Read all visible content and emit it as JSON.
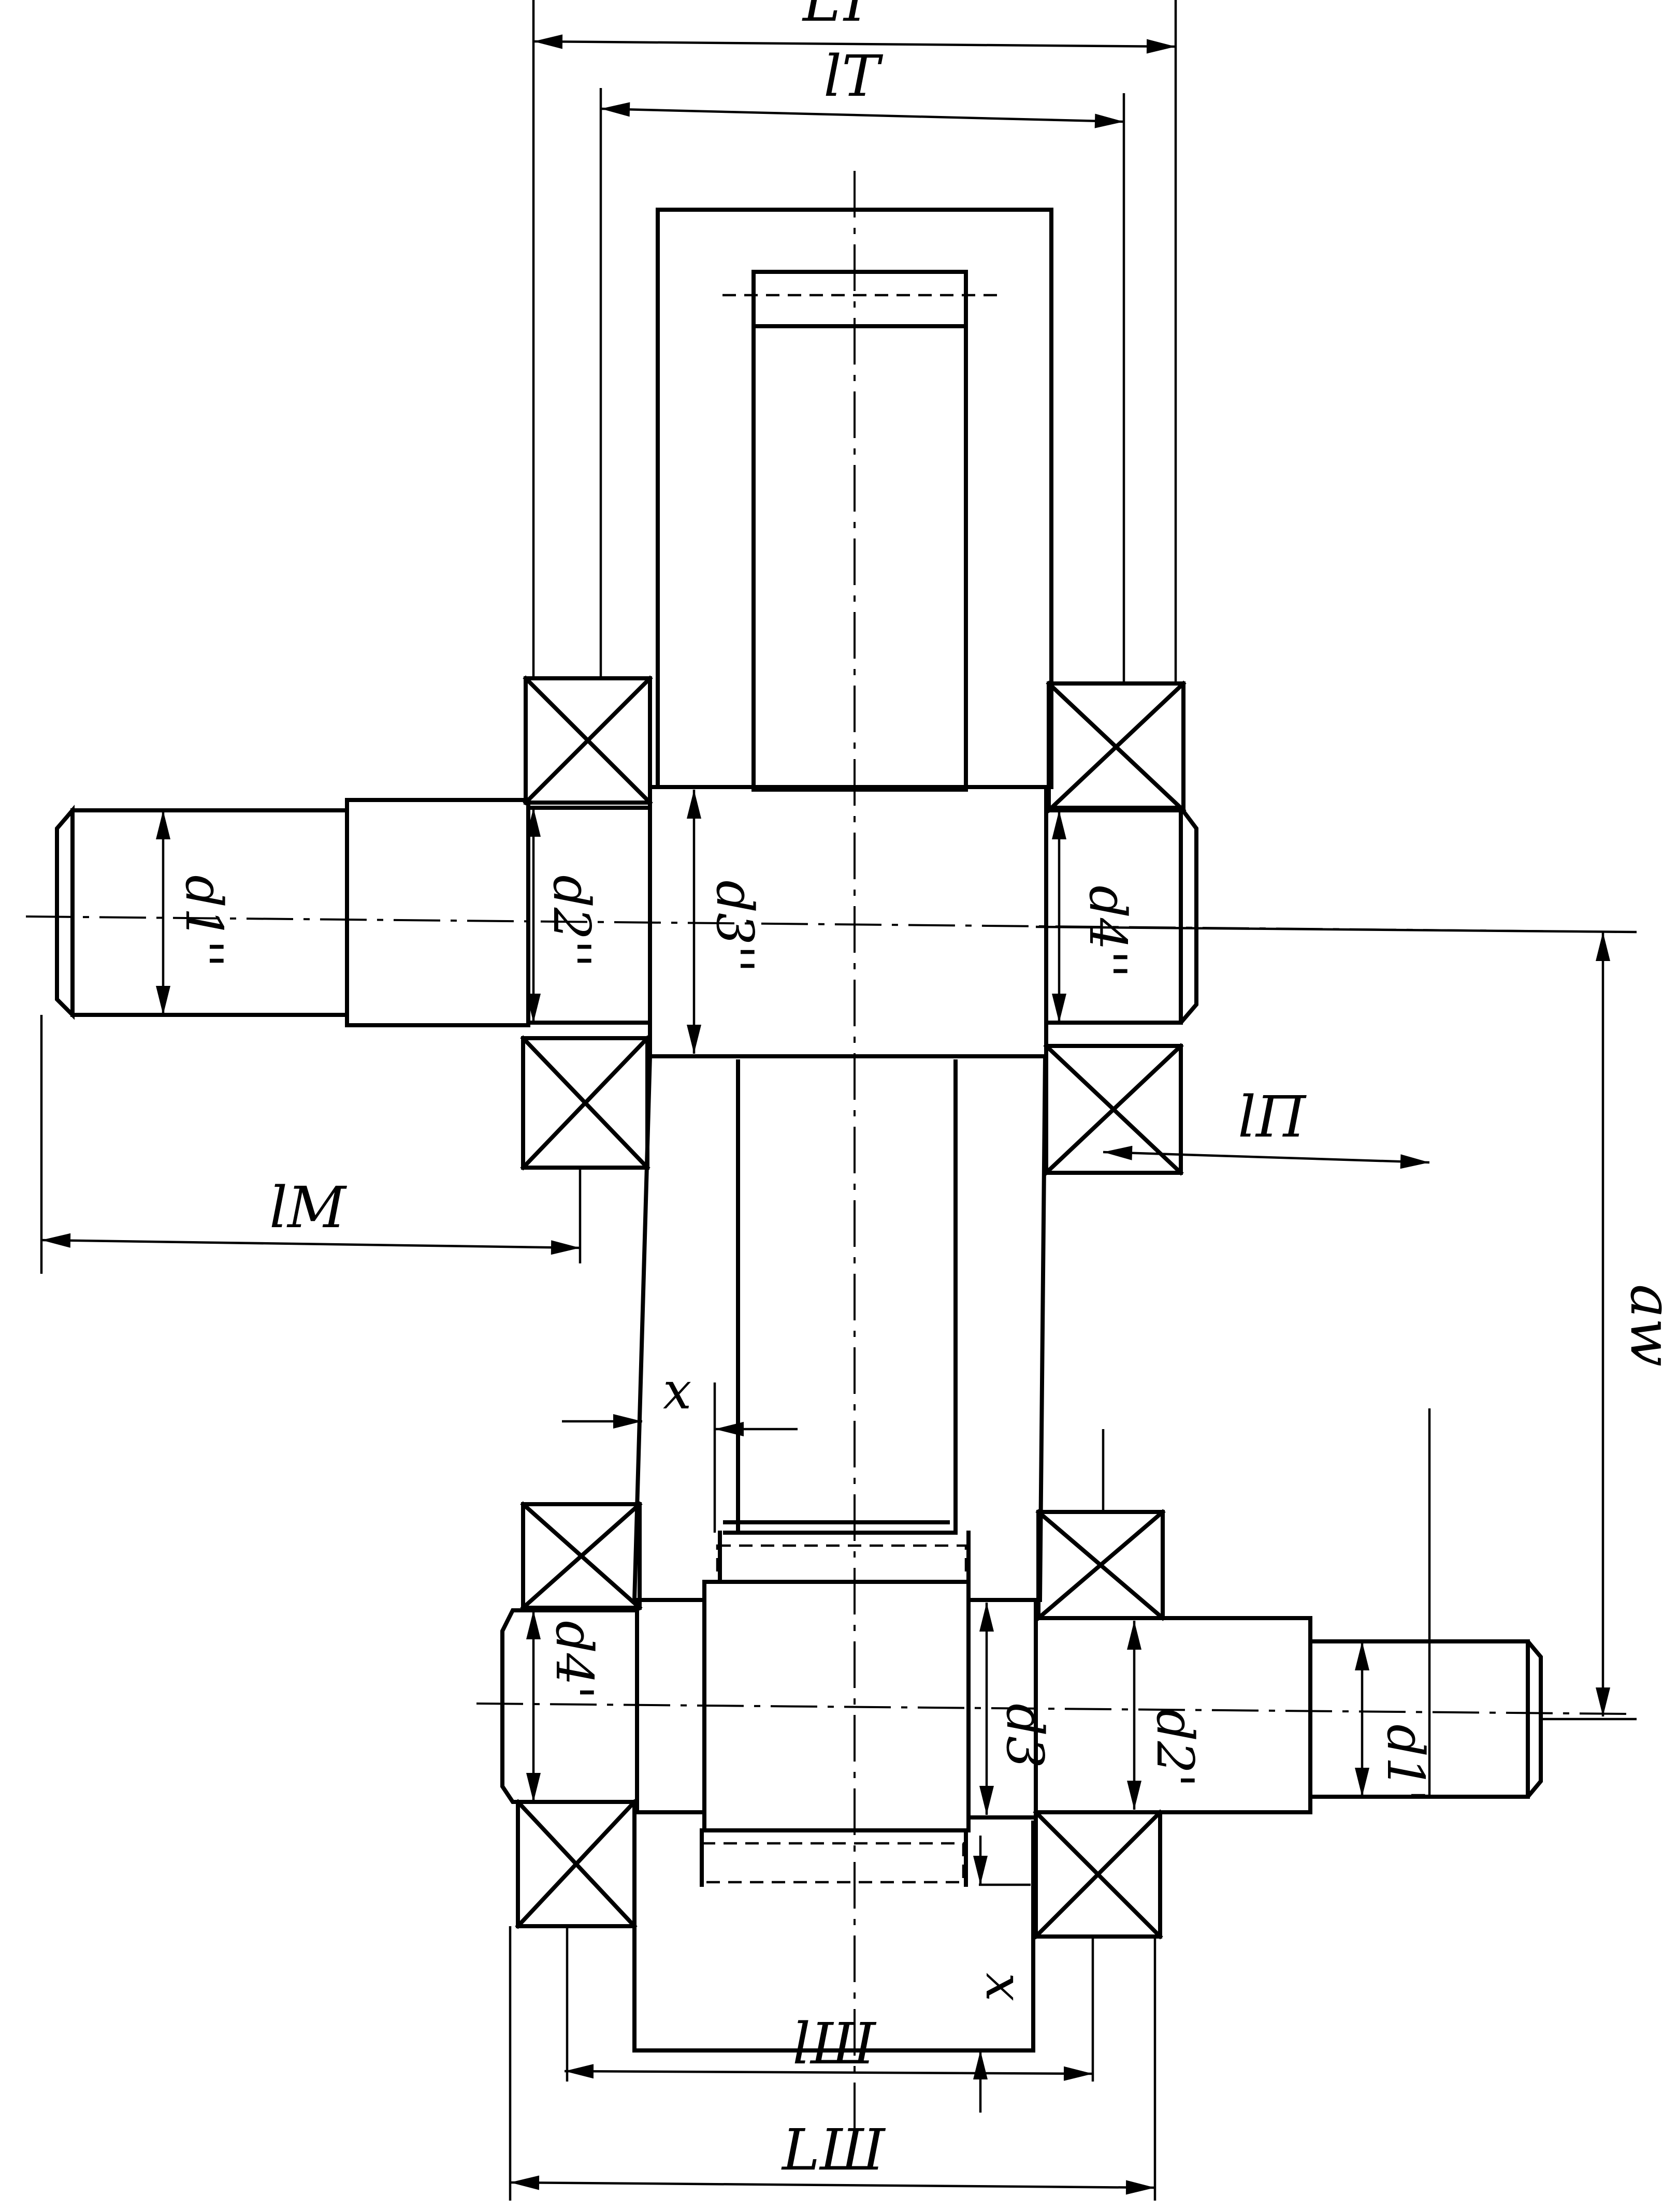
{
  "labels": {
    "L_T": "LT",
    "l_T": "lT",
    "l_M": "lМ",
    "l_P": "lП",
    "a_w": "aw",
    "x_upper": "x",
    "x_lower": "x",
    "l_Sh": "lШ",
    "L_Sh": "LШ",
    "d1_dbl": "d1''",
    "d2_dbl": "d2''",
    "d3_dbl": "d3''",
    "d4_dbl": "d4''",
    "d4_sgl": "d4'",
    "d3_low": "d3",
    "d2_sgl": "d2'",
    "d1_sgl": "d1'"
  }
}
